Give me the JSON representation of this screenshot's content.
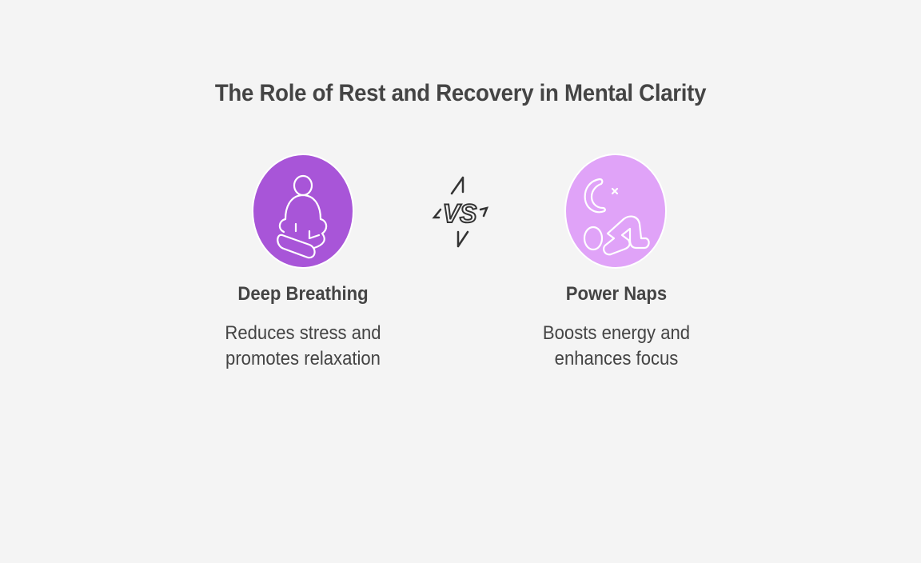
{
  "title": "The Role of Rest and Recovery in Mental Clarity",
  "vs_label": "VS",
  "colors": {
    "left": "#a855d8",
    "right": "#e0a3f8",
    "background": "#f4f4f4"
  },
  "items": [
    {
      "icon": "meditation-person-icon",
      "label": "Deep Breathing",
      "desc_line1": "Reduces stress and",
      "desc_line2": "promotes relaxation"
    },
    {
      "icon": "sleep-nap-icon",
      "label": "Power Naps",
      "desc_line1": "Boosts energy and",
      "desc_line2": "enhances focus"
    }
  ]
}
